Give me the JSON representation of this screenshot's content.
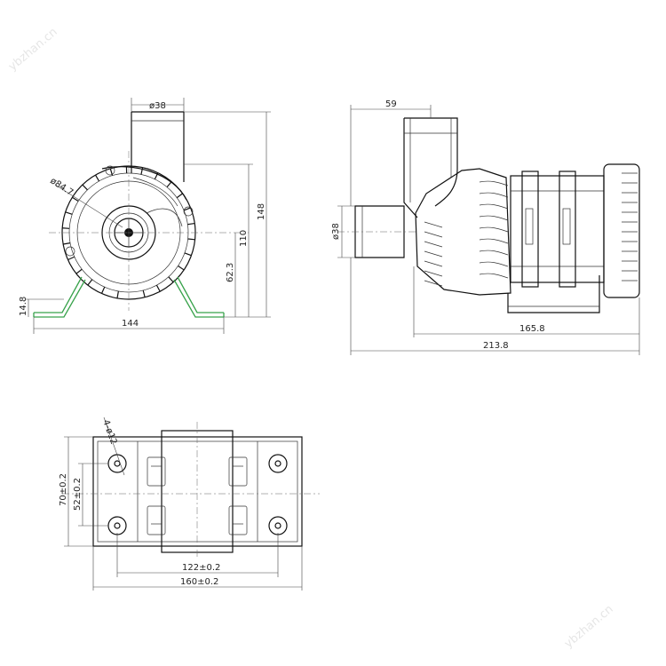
{
  "watermark": {
    "top_left": "ybzhan.cn",
    "bottom_right": "ybzhan.cn"
  },
  "colors": {
    "line": "#111111",
    "bracket": "#37a24a",
    "background": "#ffffff"
  },
  "front_view": {
    "dia_outlet": "ø38",
    "dia_body": "ø84.7",
    "height_total": "148",
    "height_outlet_center": "110",
    "height_center": "62.3",
    "height_base": "14.8",
    "width_base": "144"
  },
  "side_view": {
    "offset_outlet": "59",
    "dia_inlet": "ø38",
    "length_body": "165.8",
    "length_total": "213.8"
  },
  "bottom_view": {
    "holes": "4-ø12",
    "width_outer": "70±0.2",
    "width_inner": "52±0.2",
    "hole_spacing": "122±0.2",
    "length_outer": "160±0.2"
  }
}
